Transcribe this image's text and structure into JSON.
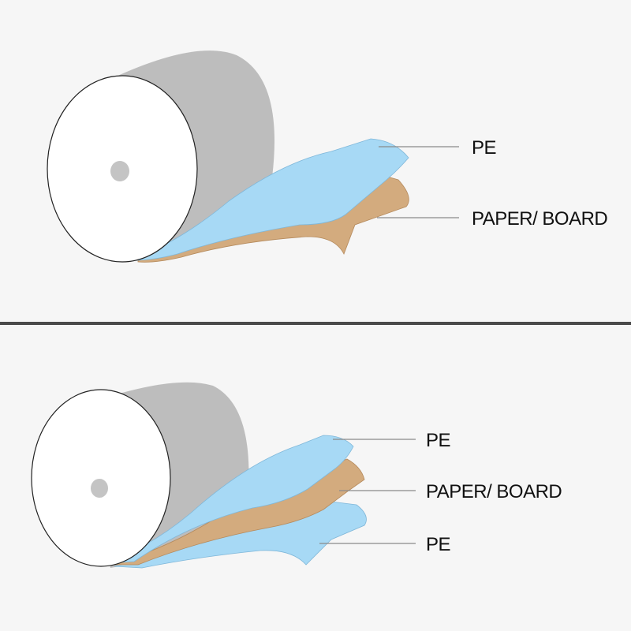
{
  "colors": {
    "pe_layer": "#a7d9f5",
    "paper_layer": "#d3ab7e",
    "roll_side": "#bdbdbd",
    "roll_face": "#ffffff",
    "roll_core": "#c4c4c4",
    "leader_line": "#8a8a8a",
    "divider": "#4a4a4a"
  },
  "top_panel": {
    "labels": {
      "pe": "PE",
      "paper_board": "PAPER/ BOARD"
    }
  },
  "bottom_panel": {
    "labels": {
      "pe_top": "PE",
      "paper_board": "PAPER/ BOARD",
      "pe_bottom": "PE"
    }
  }
}
